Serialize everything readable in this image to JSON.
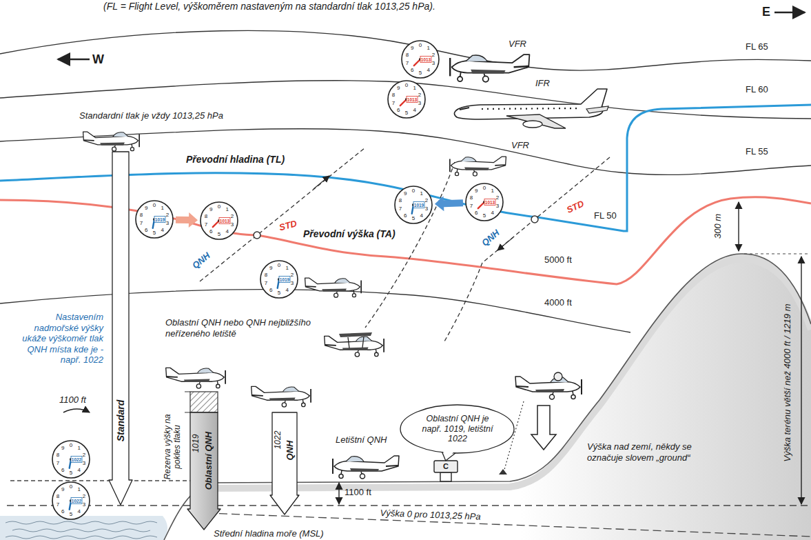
{
  "diagram": {
    "nodes": [
      {
        "text": [
          "0",
          "1",
          "2",
          "3",
          "4",
          "5",
          "6",
          "7",
          "8",
          "9",
          "1013"
        ]
      },
      {
        "text": [
          "0",
          "1",
          "2",
          "3",
          "4",
          "5",
          "6",
          "7",
          "8",
          "9",
          "1013"
        ]
      },
      {
        "text": [
          "0",
          "1",
          "2",
          "3",
          "4",
          "5",
          "6",
          "7",
          "8",
          "9",
          "1019"
        ]
      },
      {
        "text": [
          "0",
          "1",
          "2",
          "3",
          "4",
          "5",
          "6",
          "7",
          "8",
          "9",
          "1013"
        ]
      },
      {
        "text": [
          "0",
          "1",
          "2",
          "3",
          "4",
          "5",
          "6",
          "7",
          "8",
          "9",
          "1019"
        ]
      },
      {
        "text": [
          "0",
          "1",
          "2",
          "3",
          "4",
          "5",
          "6",
          "7",
          "8",
          "9",
          "1013"
        ]
      },
      {
        "text": [
          "0",
          "1",
          "2",
          "3",
          "4",
          "5",
          "6",
          "7",
          "8",
          "9",
          "1019"
        ]
      },
      {
        "text": [
          "Oblastní QNH je např. 1019, letištní 1022"
        ]
      },
      {
        "text": [
          "Standard"
        ]
      },
      {
        "text": [
          "1019",
          "Oblastní QNH"
        ]
      },
      {
        "text": [
          "1022",
          "QNH"
        ]
      },
      {
        "text": [
          "0",
          "1",
          "2",
          "3",
          "4",
          "5",
          "6",
          "7",
          "8",
          "9",
          "1022"
        ]
      },
      {
        "text": [
          "0",
          "1",
          "2",
          "3",
          "4",
          "5",
          "6",
          "7",
          "8",
          "9",
          "1022"
        ]
      }
    ],
    "edges": [
      {
        "from": 2,
        "to": 3,
        "arrow": "to"
      },
      {
        "from": 5,
        "to": 4,
        "arrow": "to"
      }
    ],
    "labels": [
      "(FL = Flight Level, výškoměrem nastaveným na standardní tlak 1013,25 hPa).",
      "E",
      "W",
      "VFR",
      "FL 65",
      "IFR",
      "FL 60",
      "Standardní tlak je vždy 1013,25 hPa",
      "VFR",
      "FL 55",
      "Převodní hladina (TL)",
      "STD",
      "STD",
      "FL 50",
      "300 m",
      "Převodní výška (TA)",
      "QNH",
      "QNH",
      "5000 ft",
      "4000 ft",
      "Oblastní QNH nebo QNH nejbližšího neřízeného letiště",
      "Nastavením nadmořské výšky ukáže výškoměr tlak QNH místa kde je - např. 1022",
      "1100 ft",
      "Rezerva výšky na pokles tlaku",
      "Letištní QNH",
      "C",
      "Výška nad zemí, někdy se označuje slovem „ground“",
      "Výška terénu větší než 4000 ft / 1219 m",
      "1100 ft",
      "Střední hladina moře (MSL)",
      "Výška 0 pro 1013,25 hPa"
    ]
  }
}
